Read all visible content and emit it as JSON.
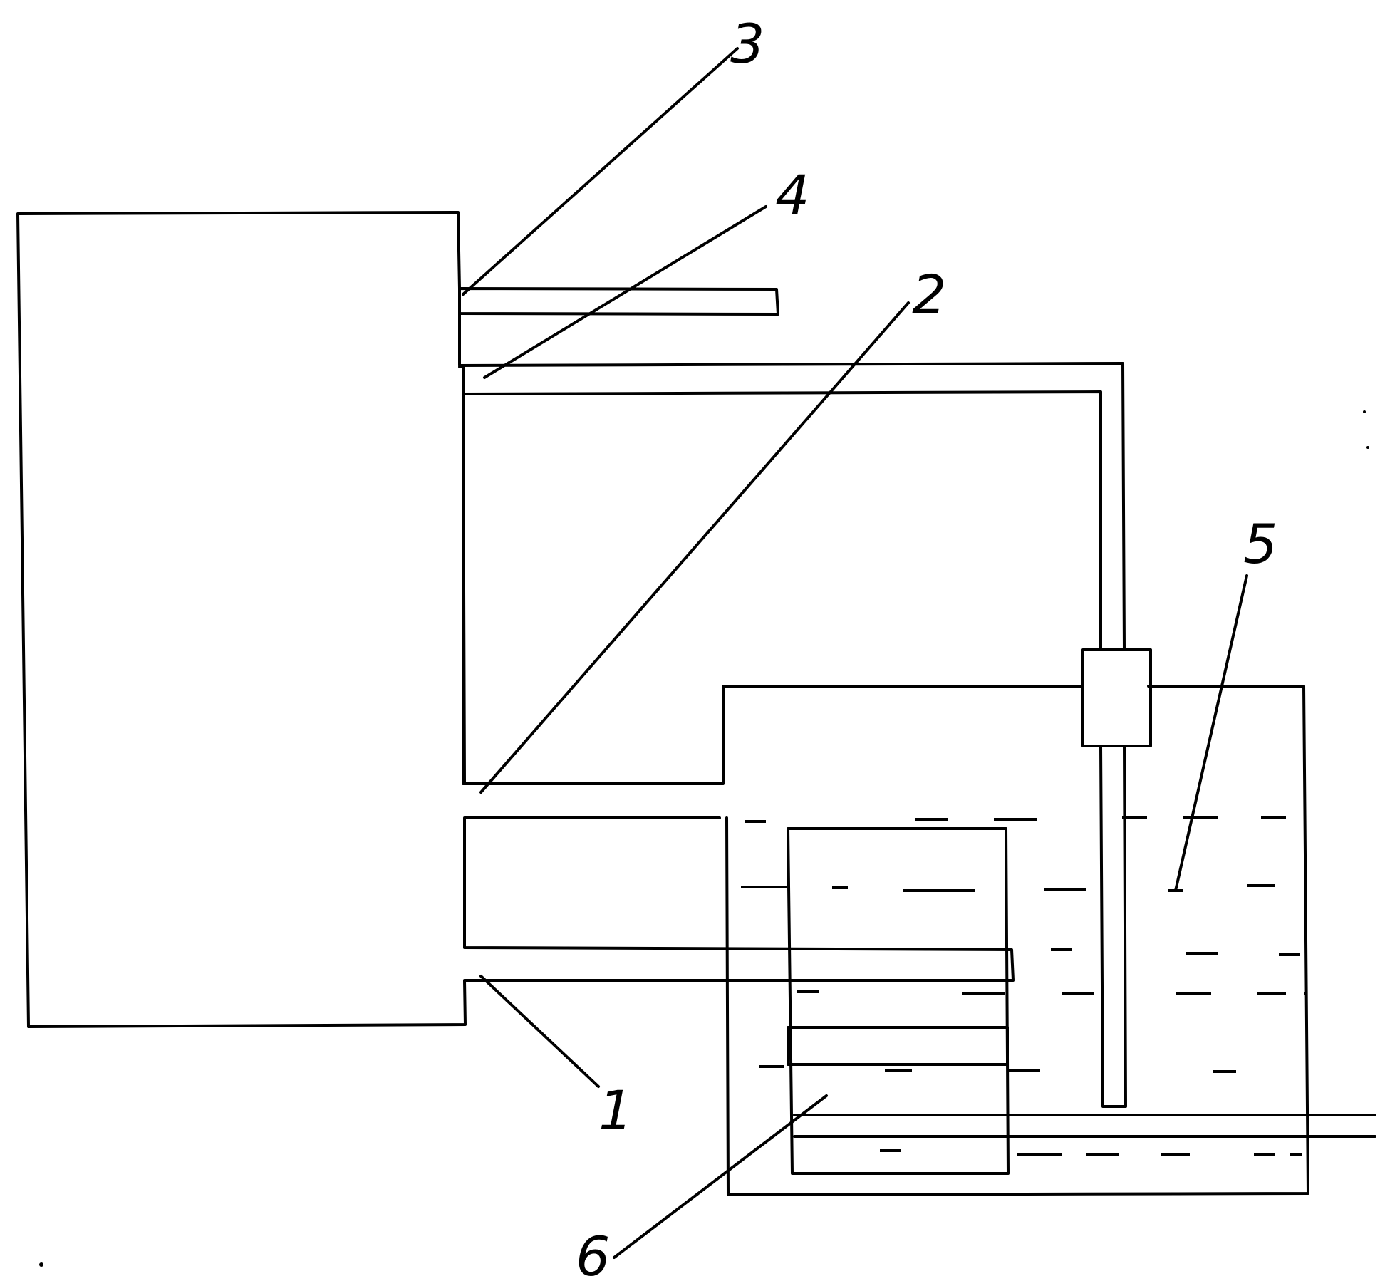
{
  "diagram": {
    "labels": {
      "label_1": "1",
      "label_2": "2",
      "label_3": "3",
      "label_4": "4",
      "label_5": "5",
      "label_6": "6"
    },
    "colors": {
      "line": "#000000",
      "background": "#ffffff"
    }
  }
}
